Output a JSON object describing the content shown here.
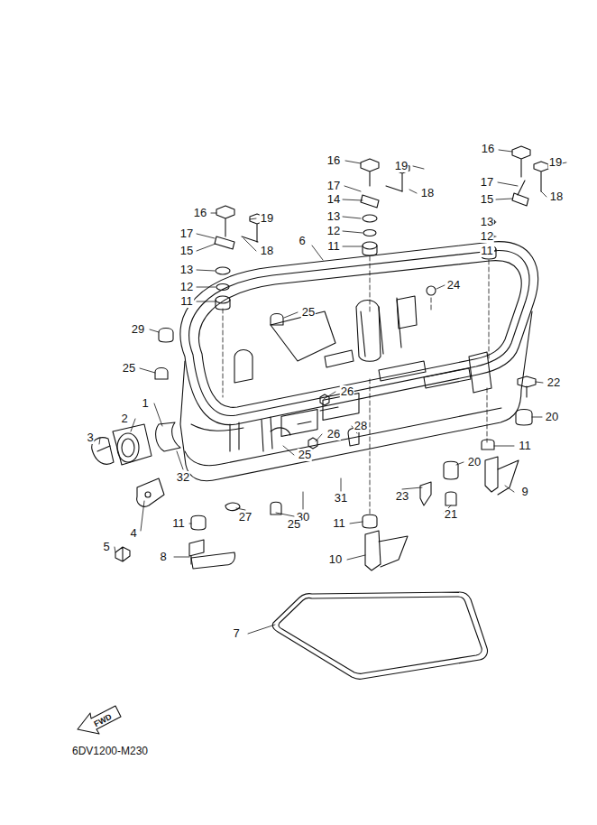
{
  "diagram": {
    "labels": [
      "16",
      "16",
      "19",
      "19",
      "17",
      "17",
      "18",
      "18",
      "14",
      "15",
      "16",
      "13",
      "19",
      "13",
      "12",
      "17",
      "12",
      "6",
      "11",
      "15",
      "18",
      "11",
      "13",
      "24",
      "12",
      "11",
      "25",
      "29",
      "25",
      "22",
      "26",
      "1",
      "20",
      "2",
      "28",
      "26",
      "3",
      "11",
      "25",
      "20",
      "32",
      "9",
      "23",
      "31",
      "21",
      "30",
      "27",
      "11",
      "11",
      "25",
      "4",
      "5",
      "8",
      "10",
      "7",
      "FWD",
      "6DV1200-M230"
    ]
  }
}
